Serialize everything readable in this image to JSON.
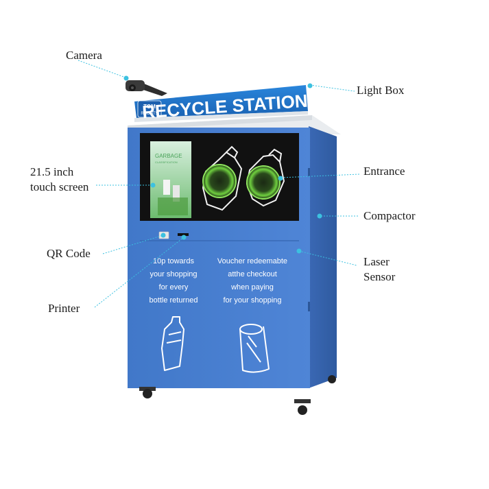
{
  "labels": {
    "camera": "Camera",
    "light_box": "Light Box",
    "touch_screen_line1": "21.5 inch",
    "touch_screen_line2": "touch screen",
    "entrance": "Entrance",
    "compactor": "Compactor",
    "qr_code": "QR Code",
    "laser_line1": "Laser",
    "laser_line2": "Sensor",
    "printer": "Printer"
  },
  "machine": {
    "sign_text": "RECYCLE STATION",
    "logo_top": "TOM",
    "logo_bottom": "ROBOTS",
    "screen_poster_line1": "GARBAGE",
    "screen_poster_line2": "CLASSIFICATION",
    "panel_left": [
      "10p towards",
      "your shopping",
      "for every",
      "bottle returned"
    ],
    "panel_right": [
      "Voucher redeemabte",
      "atthe checkout",
      "when paying",
      "for your shopping"
    ]
  },
  "colors": {
    "cabinet_blue": "#4a7fd0",
    "cabinet_dark": "#3a68b4",
    "sign_blue": "#1f73c9",
    "screen_black": "#111111",
    "ring_green": "#7ed957",
    "leader_cyan": "#3cc1e0"
  }
}
